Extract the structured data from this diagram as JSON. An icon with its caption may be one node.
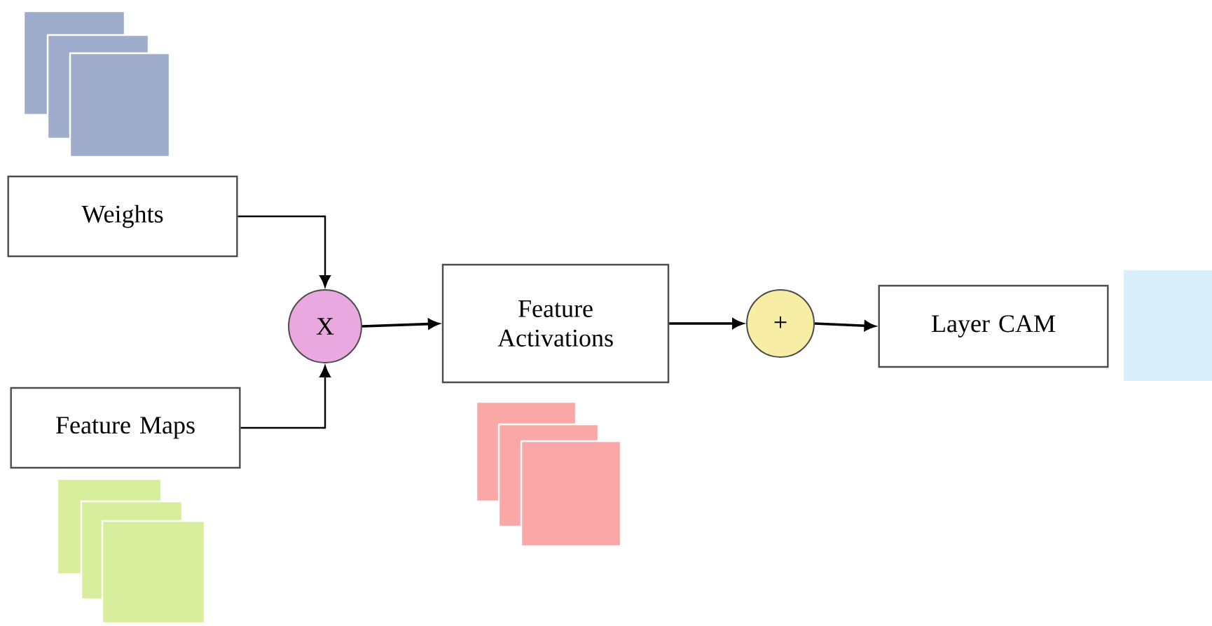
{
  "diagram": {
    "nodes": [
      {
        "text": [
          "Weights"
        ]
      },
      {
        "text": [
          "Feature Maps"
        ]
      },
      {
        "text": [
          "X"
        ]
      },
      {
        "text": [
          "Feature Activations"
        ]
      },
      {
        "text": [
          "+"
        ]
      },
      {
        "text": [
          "Layer CAM"
        ]
      }
    ],
    "edges": [
      {
        "from": 0,
        "to": 2,
        "arrow": "to"
      },
      {
        "from": 1,
        "to": 2,
        "arrow": "to"
      },
      {
        "from": 2,
        "to": 3,
        "arrow": "to"
      },
      {
        "from": 3,
        "to": 4,
        "arrow": "to"
      },
      {
        "from": 4,
        "to": 5,
        "arrow": "to"
      }
    ]
  }
}
